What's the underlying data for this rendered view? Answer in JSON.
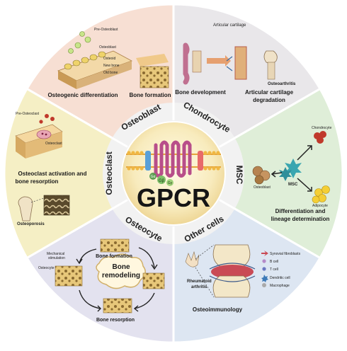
{
  "center": {
    "title": "GPCR"
  },
  "ring_labels": {
    "osteoblast": "Osteoblast",
    "chondrocyte": "Chondrocyte",
    "msc": "MSC",
    "other_cells": "Other cells",
    "osteocyte": "Osteocyte",
    "osteoclast": "Osteoclast"
  },
  "g_proteins": [
    "Gβ",
    "Gγ",
    "Gα"
  ],
  "osteoblast_panel": {
    "labels": [
      "Pre-Osteoblast",
      "Osteoblast",
      "Osteoid",
      "New bone",
      "Old bone"
    ],
    "caption_left": "Osteogenic differentiation",
    "caption_right": "Bone formation"
  },
  "chondrocyte_panel": {
    "label_top": "Articular cartilage",
    "label_right": "Osteoarthritis",
    "caption_left": "Bone development",
    "caption_right_line1": "Articular cartilage",
    "caption_right_line2": "degradation"
  },
  "msc_panel": {
    "label_chondrocyte": "Chondrocyte",
    "label_msc": "MSC",
    "label_osteoblast": "Osteoblast",
    "label_adipocyte": "Adipocyte",
    "caption_line1": "Differentiation and",
    "caption_line2": "lineage determination"
  },
  "other_panel": {
    "legend": [
      "Synovial fibroblasts",
      "B cell",
      "T cell",
      "Dendritic cell",
      "Macrophage"
    ],
    "label_ra_line1": "Rheumatoid",
    "label_ra_line2": "arthritis",
    "caption": "Osteoimmunology"
  },
  "osteocyte_panel": {
    "label_mech_line1": "Mechanical",
    "label_mech_line2": "stimulation",
    "label_osteocyte": "Osteocyte",
    "bone_formation": "Bone formation",
    "remodeling_line1": "Bone",
    "remodeling_line2": "remodeling",
    "bone_resorption": "Bone resorption"
  },
  "osteoclast_panel": {
    "label_pre": "Pre-Osteoclast",
    "label_osteoclast": "Osteoclast",
    "caption_line1": "Osteoclast activation and",
    "caption_line2": "bone resorption",
    "label_osteoporosis": "Osteoporosis"
  },
  "colors": {
    "osteoblast_bg": "#f7dfd3",
    "chondrocyte_bg": "#e9e7ea",
    "msc_bg": "#dfeed8",
    "other_bg": "#dde6f2",
    "osteocyte_bg": "#e3e2ef",
    "osteoclast_bg": "#f5efc5",
    "ring": "#d8d8d8",
    "center": "#f6e7b3"
  }
}
